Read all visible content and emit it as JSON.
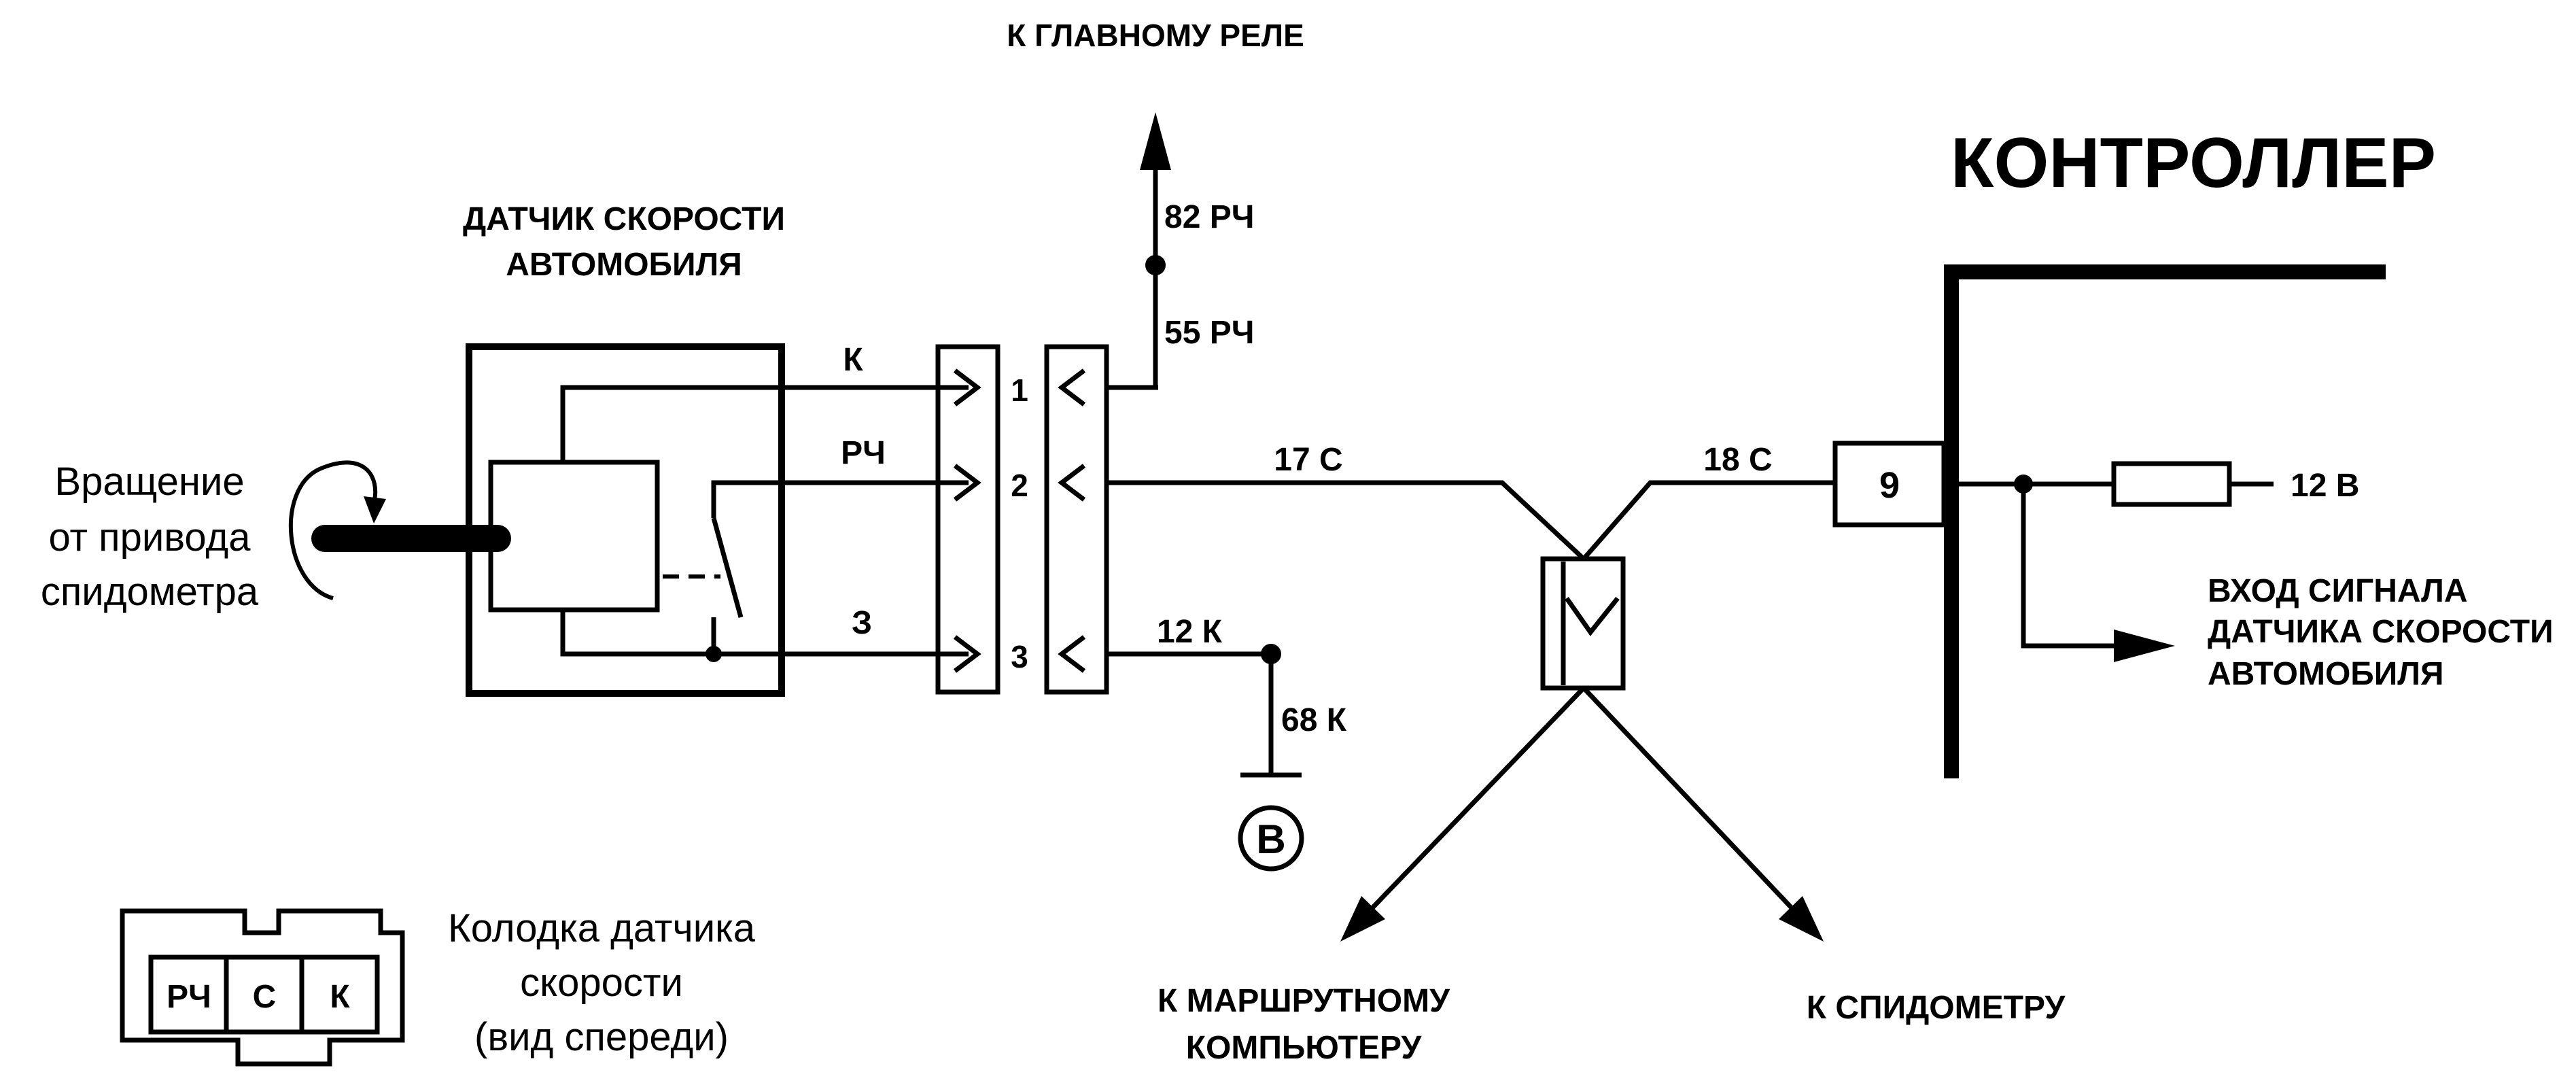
{
  "top_label": "К ГЛАВНОМУ РЕЛЕ",
  "controller_title": "КОНТРОЛЛЕР",
  "sensor": {
    "title_line1": "ДАТЧИК СКОРОСТИ",
    "title_line2": "АВТОМОБИЛЯ"
  },
  "rotation": {
    "line1": "Вращение",
    "line2": "от привода",
    "line3": "спидометра"
  },
  "sensor_wires": {
    "wire1": "К",
    "wire2": "РЧ",
    "wire3": "З"
  },
  "pins": [
    "1",
    "2",
    "3"
  ],
  "wire_labels": {
    "w82": "82 РЧ",
    "w55": "55 РЧ",
    "w17": "17 С",
    "w18": "18 С",
    "w12k": "12 К",
    "w68k": "68 К"
  },
  "ground_symbol": "B",
  "controller_pin": "9",
  "supply_label": "12 В",
  "signal_input": {
    "line1": "ВХОД СИГНАЛА",
    "line2": "ДАТЧИКА СКОРОСТИ",
    "line3": "АВТОМОБИЛЯ"
  },
  "outputs": {
    "trip_line1": "К МАРШРУТНОМУ",
    "trip_line2": "КОМПЬЮТЕРУ",
    "speedometer": "К СПИДОМЕТРУ"
  },
  "connector_pins": [
    "РЧ",
    "С",
    "К"
  ],
  "connector_caption": {
    "line1": "Колодка датчика",
    "line2": "скорости",
    "line3": "(вид спереди)"
  }
}
